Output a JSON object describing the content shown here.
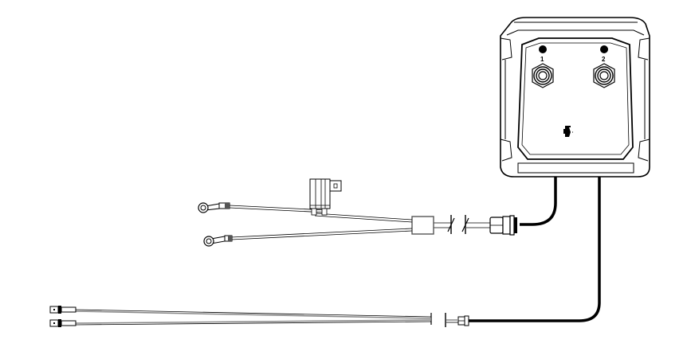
{
  "diagram": {
    "type": "wiring-harness-illustration",
    "background": "#ffffff",
    "line_color": "#000000",
    "wire_gray": "#888888",
    "device": {
      "name": "control-module",
      "ports": [
        {
          "label": "1"
        },
        {
          "label": "2"
        }
      ],
      "logo": "brand-logo-glyph"
    },
    "harnesses": [
      {
        "name": "power-harness",
        "terminals": [
          "ring-terminal",
          "ring-terminal"
        ],
        "components": [
          "inline-fuse-holder",
          "junction-sleeve",
          "break-symbol",
          "connector"
        ]
      },
      {
        "name": "signal-harness",
        "terminals": [
          "spade-terminal",
          "spade-terminal"
        ],
        "components": [
          "break-symbol",
          "connector"
        ]
      }
    ]
  }
}
